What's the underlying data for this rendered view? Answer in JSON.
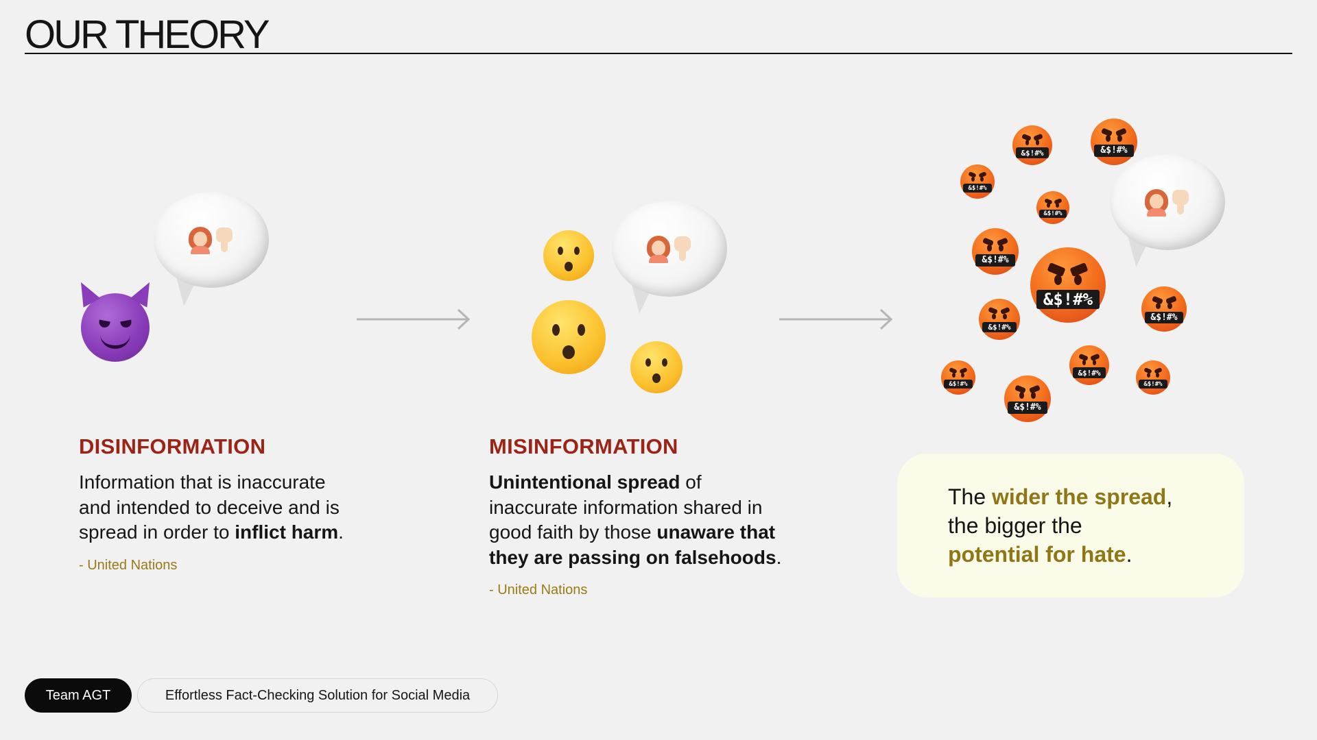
{
  "page": {
    "title": "OUR THEORY"
  },
  "grawlix": "&$!#%",
  "disinformation": {
    "heading": "DISINFORMATION",
    "line1": "Information that is inaccurate",
    "line2": "and intended to deceive and is",
    "line3_pre": "spread in order to ",
    "line3_bold": "inflict harm",
    "line3_post": ".",
    "source": "- United Nations"
  },
  "misinformation": {
    "heading": "MISINFORMATION",
    "line1_bold": "Unintentional spread",
    "line1_post": " of",
    "line2": "inaccurate information shared in",
    "line3_pre": "good faith by those ",
    "line3_bold": "unaware that",
    "line4_bold": "they are passing on falsehoods",
    "line4_post": ".",
    "source": "- United Nations"
  },
  "callout": {
    "l1_pre": "The ",
    "l1_hl": "wider the spread",
    "l1_post": ",",
    "l2": "the bigger the",
    "l3_hl": "potential for hate",
    "l3_post": "."
  },
  "footer": {
    "team_label": "Team AGT",
    "tagline": "Effortless Fact-Checking Solution for Social Media"
  },
  "colors": {
    "heading_red": "#9b2417",
    "source_gold": "#9a7a14",
    "highlight_gold": "#8f7718",
    "callout_bg": "#fbfbe9"
  },
  "icons": [
    "smiling-devil-icon",
    "speech-bubble-icon",
    "woman-thumbs-down-icon",
    "hushed-face-icon",
    "cursing-face-icon",
    "arrow-right-icon"
  ]
}
